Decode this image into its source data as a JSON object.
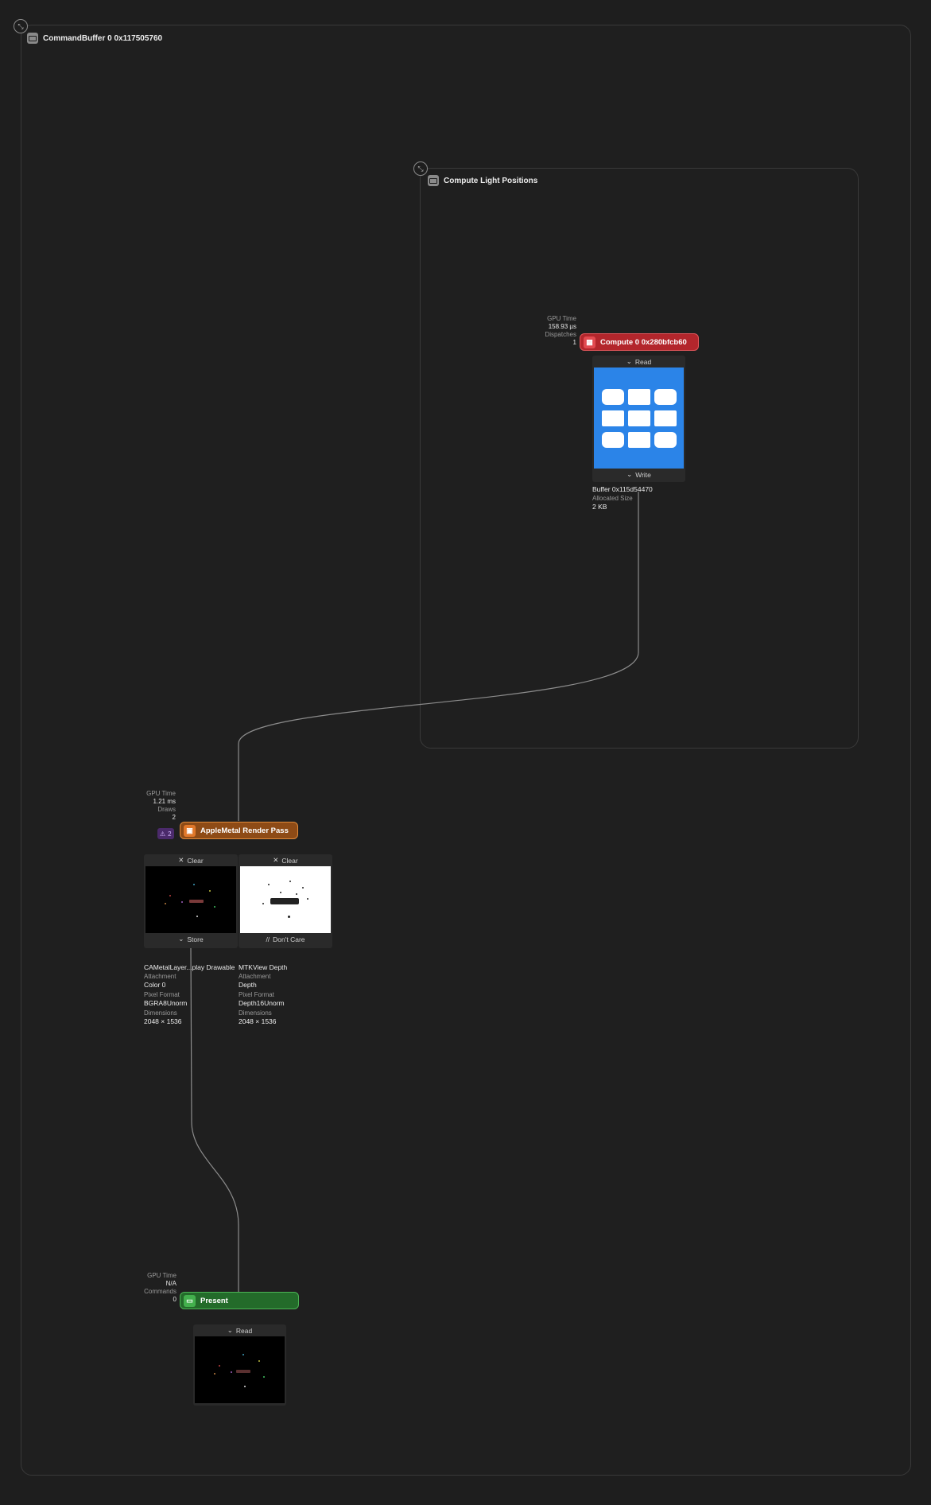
{
  "command_buffer": {
    "title": "CommandBuffer 0 0x117505760"
  },
  "compute_group": {
    "title": "Compute Light Positions"
  },
  "compute_pass": {
    "label": "Compute 0 0x280bfcb60",
    "stats": [
      {
        "key": "GPU Time",
        "value": "158.93 µs"
      },
      {
        "key": "Dispatches",
        "value": "1"
      }
    ],
    "color": "#b3262c"
  },
  "buffer": {
    "read_label": "Read",
    "write_label": "Write",
    "name": "Buffer 0x115d54470",
    "size_key": "Allocated Size",
    "size_value": "2 KB",
    "color": "#2b84e8"
  },
  "render_pass": {
    "label": "AppleMetal Render Pass",
    "stats": [
      {
        "key": "GPU Time",
        "value": "1.21 ms"
      },
      {
        "key": "Draws",
        "value": "2"
      }
    ],
    "warning_count": "2",
    "color": "#b8641c"
  },
  "attachments": [
    {
      "top": "Clear",
      "bottom": "Store",
      "name": "CAMetalLayer...play Drawable",
      "fields": [
        {
          "key": "Attachment",
          "value": "Color 0"
        },
        {
          "key": "Pixel Format",
          "value": "BGRA8Unorm"
        },
        {
          "key": "Dimensions",
          "value": "2048 × 1536"
        }
      ]
    },
    {
      "top": "Clear",
      "bottom": "Don't Care",
      "name": "MTKView Depth",
      "fields": [
        {
          "key": "Attachment",
          "value": "Depth"
        },
        {
          "key": "Pixel Format",
          "value": "Depth16Unorm"
        },
        {
          "key": "Dimensions",
          "value": "2048 × 1536"
        }
      ]
    }
  ],
  "present": {
    "label": "Present",
    "stats": [
      {
        "key": "GPU Time",
        "value": "N/A"
      },
      {
        "key": "Commands",
        "value": "0"
      }
    ],
    "read_label": "Read",
    "color": "#2f8a36"
  }
}
